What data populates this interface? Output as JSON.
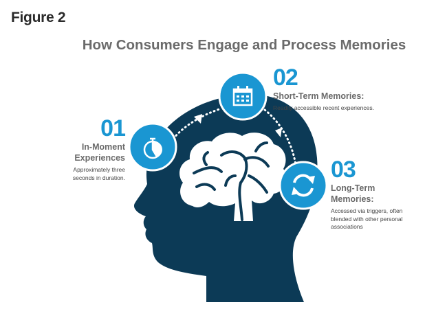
{
  "figure_label": "Figure 2",
  "title": "How Consumers Engage and Process Memories",
  "colors": {
    "navy": "#0c3a56",
    "blue": "#1a96d2",
    "gray": "#6b6b6b"
  },
  "steps": [
    {
      "number": "01",
      "heading": "In-Moment Experiences",
      "description": "Approximately three seconds in duration.",
      "icon": "stopwatch-icon"
    },
    {
      "number": "02",
      "heading": "Short-Term Memories:",
      "description": "Readily accessible recent experiences.",
      "icon": "calendar-icon"
    },
    {
      "number": "03",
      "heading": "Long-Term Memories:",
      "description": "Accessed via triggers, often blended with other personal associations",
      "icon": "refresh-icon"
    }
  ]
}
